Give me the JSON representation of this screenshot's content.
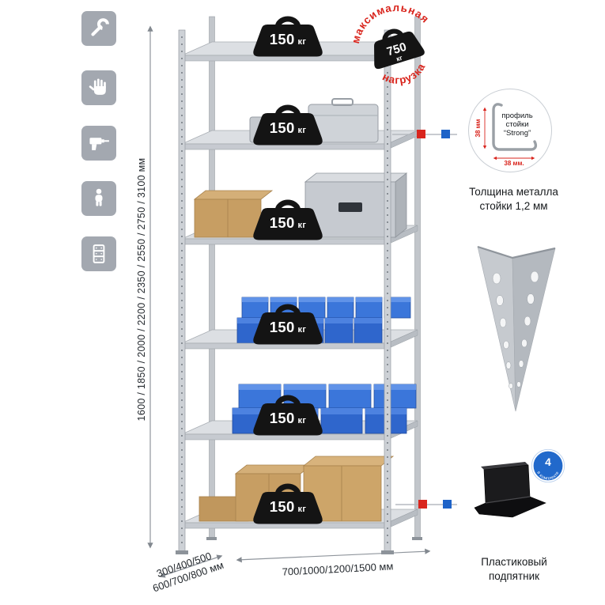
{
  "shelf_weights": [
    {
      "value": "150",
      "unit": "кг"
    },
    {
      "value": "150",
      "unit": "кг"
    },
    {
      "value": "150",
      "unit": "кг"
    },
    {
      "value": "150",
      "unit": "кг"
    },
    {
      "value": "150",
      "unit": "кг"
    },
    {
      "value": "150",
      "unit": "кг"
    }
  ],
  "max_load_stamp": {
    "arc_top": "максимальная",
    "arc_bottom": "нагрузка",
    "value": "750",
    "unit": "кг"
  },
  "dimensions": {
    "heights": "1600 / 1850 / 2000 / 2200 / 2350 / 2550 / 2750 / 3100 мм",
    "widths": "700/1000/1200/1500 мм",
    "depths_line1": "300/400/500",
    "depths_line2": "600/700/800 мм"
  },
  "profile_callout": {
    "line1": "профиль",
    "line2": "стойки",
    "line3": "“Strong”",
    "dim_vertical": "38 мм",
    "dim_horizontal": "38 мм.",
    "caption_line1": "Толщина металла",
    "caption_line2": "стойки 1,2 мм"
  },
  "foot_callout": {
    "badge_value": "4",
    "badge_text": "в комплекте",
    "caption_line1": "Пластиковый",
    "caption_line2": "подпятник"
  },
  "left_icons": [
    "wrench-icon",
    "gloves-icon",
    "drill-icon",
    "person-icon",
    "rack-icon"
  ],
  "colors": {
    "accent_red": "#d9251d",
    "accent_blue": "#1e63c8",
    "metal": "#cdd1d6",
    "bin_blue": "#2f66cc",
    "cardboard": "#c79e63"
  }
}
